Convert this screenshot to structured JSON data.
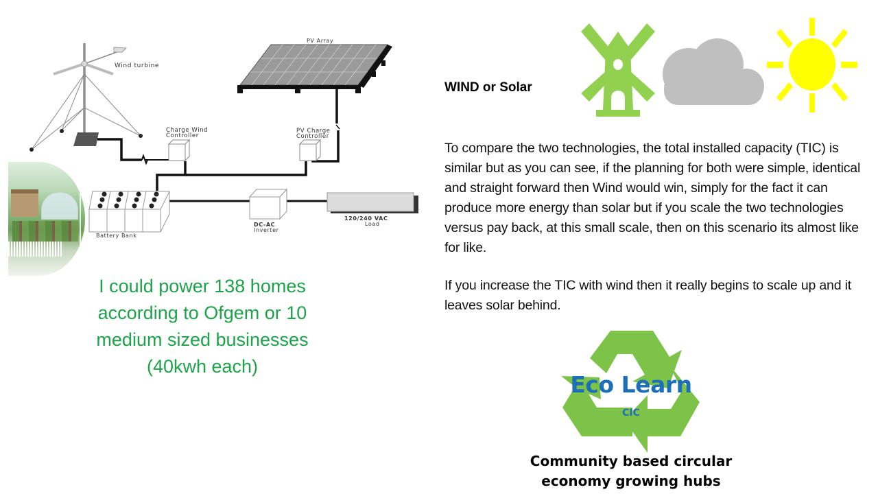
{
  "diagram": {
    "labels": {
      "wind_turbine": "Wind turbine",
      "pv_array": "PV Array",
      "charge_wind_controller_l1": "Charge Wind",
      "charge_wind_controller_l2": "Controller",
      "pv_charge_controller_l1": "PV Charge",
      "pv_charge_controller_l2": "Controller",
      "battery_bank": "Battery Bank",
      "inverter_l1": "DC-AC",
      "inverter_l2": "Inverter",
      "load_l1": "120/240 VAC",
      "load_l2": "Load"
    }
  },
  "thought_bubble": {
    "text_lines": [
      "I could power 138 homes",
      "according to Ofgem or 10",
      "medium sized businesses",
      "(40kwh each)"
    ],
    "text_color": "#1ea24a"
  },
  "content": {
    "heading": "WIND or Solar",
    "paragraph1": "To compare the two technologies, the total installed capacity (TIC) is similar but as you can see, if the planning for both were simple, identical and straight forward then Wind would win, simply for the fact it can produce more energy than solar but if you scale the two technologies versus pay back, at this small scale, then on this scenario its almost like for like.",
    "paragraph2": "If you increase the TIC with wind then it really begins to scale up and it leaves solar behind."
  },
  "icons": {
    "windmill": "windmill-icon",
    "cloud": "cloud-icon",
    "sun": "sun-icon",
    "colors": {
      "windmill": "#92d050",
      "cloud": "#bfbfbf",
      "sun": "#ffff00"
    }
  },
  "logo": {
    "title": "Eco Learn",
    "subtitle": "CIC",
    "tagline_l1": "Community based circular",
    "tagline_l2": "economy growing hubs",
    "recycle_color": "#7dc34a",
    "text_color": "#1d6fb8"
  }
}
